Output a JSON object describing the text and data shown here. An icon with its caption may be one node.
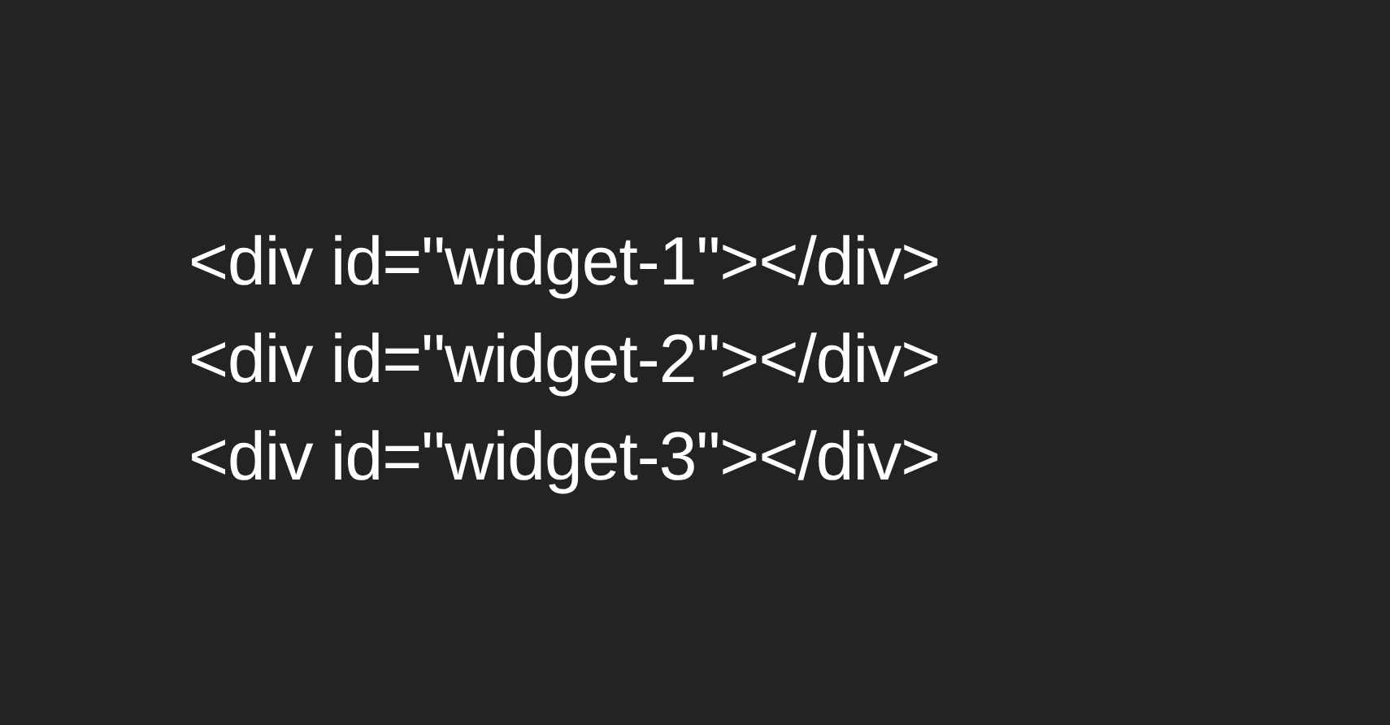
{
  "diagram": {
    "labels": [
      "<div id=\"widget-1\"></div>",
      "<div id=\"widget-2\"></div>",
      "<div id=\"widget-3\"></div>"
    ]
  }
}
